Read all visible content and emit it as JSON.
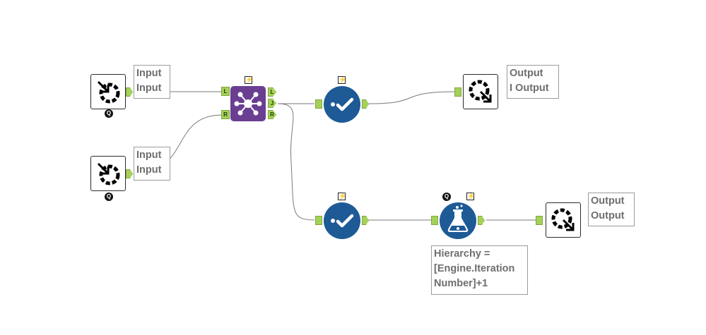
{
  "annotations": {
    "input_1": {
      "line1": "Input",
      "line2": "Input"
    },
    "input_2": {
      "line1": "Input",
      "line2": "Input"
    },
    "output_1": {
      "line1": "Output",
      "line2": "I Output"
    },
    "output_2": {
      "line1": "Output",
      "line2": "Output"
    },
    "formula": {
      "line1": "Hierarchy =",
      "line2": "[Engine.Iteration",
      "line3": "Number]+1"
    }
  },
  "join_anchors": {
    "in_left": "L",
    "in_right": "R",
    "out_left": "L",
    "out_join": "J",
    "out_right": "R"
  },
  "badges": {
    "question": "Q",
    "bolt": "⚡"
  },
  "colors": {
    "tool_blue": "#1d5a96",
    "join_purple": "#6a3f92",
    "anchor_green": "#a5d15a"
  }
}
